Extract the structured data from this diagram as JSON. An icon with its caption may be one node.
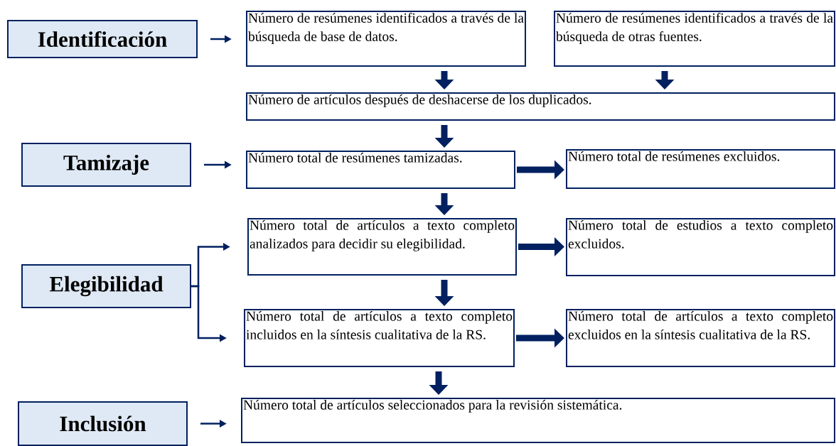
{
  "diagram": {
    "nodes": [
      {
        "text": [
          "Identificación"
        ]
      },
      {
        "text": [
          "Número de resúmenes identificados a través de la búsqueda de base de datos."
        ]
      },
      {
        "text": [
          "Número de resúmenes identificados a través de la búsqueda de otras fuentes."
        ]
      },
      {
        "text": [
          "Número de artículos después de deshacerse de los duplicados."
        ]
      },
      {
        "text": [
          "Tamizaje"
        ]
      },
      {
        "text": [
          "Número total de resúmenes tamizadas."
        ]
      },
      {
        "text": [
          "Número total de resúmenes excluidos."
        ]
      },
      {
        "text": [
          "Elegibilidad"
        ]
      },
      {
        "text": [
          "Número total de artículos a texto completo analizados para decidir su elegibilidad."
        ]
      },
      {
        "text": [
          "Número total de estudios a texto completo excluidos."
        ]
      },
      {
        "text": [
          "Número total de artículos a texto completo incluidos en la síntesis cualitativa de la RS."
        ]
      },
      {
        "text": [
          "Número total de artículos a texto completo excluidos en la síntesis cualitativa de la RS."
        ]
      },
      {
        "text": [
          "Inclusión"
        ]
      },
      {
        "text": [
          "Número total de artículos seleccionados para la revisión sistemática."
        ]
      }
    ],
    "edges": [
      {
        "from": 0,
        "to": 1,
        "arrow": "to"
      },
      {
        "from": 1,
        "to": 3,
        "arrow": "to"
      },
      {
        "from": 2,
        "to": 3,
        "arrow": "to"
      },
      {
        "from": 3,
        "to": 5,
        "arrow": "to"
      },
      {
        "from": 4,
        "to": 5,
        "arrow": "to"
      },
      {
        "from": 5,
        "to": 6,
        "arrow": "to"
      },
      {
        "from": 5,
        "to": 8,
        "arrow": "to"
      },
      {
        "from": 7,
        "to": 8,
        "arrow": "to"
      },
      {
        "from": 7,
        "to": 10,
        "arrow": "to"
      },
      {
        "from": 8,
        "to": 9,
        "arrow": "to"
      },
      {
        "from": 8,
        "to": 10,
        "arrow": "to"
      },
      {
        "from": 10,
        "to": 11,
        "arrow": "to"
      },
      {
        "from": 10,
        "to": 13,
        "arrow": "to"
      },
      {
        "from": 12,
        "to": 13,
        "arrow": "to"
      }
    ]
  }
}
